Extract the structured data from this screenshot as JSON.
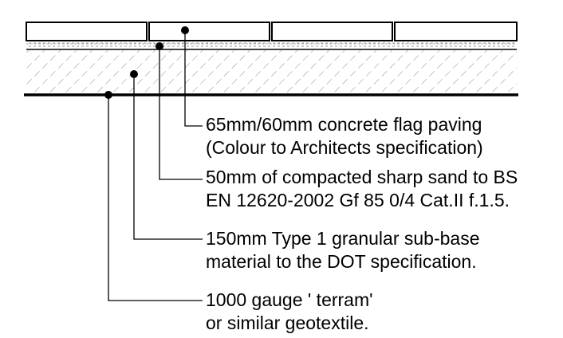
{
  "annotations": [
    {
      "id": "paving",
      "lines": [
        "65mm/60mm concrete flag paving",
        "(Colour to Architects specification)"
      ]
    },
    {
      "id": "sand",
      "lines": [
        "50mm of compacted sharp sand to BS",
        "EN 12620-2002 Gf 85 0/4 Cat.II f.1.5."
      ]
    },
    {
      "id": "sub-base",
      "lines": [
        "150mm Type 1 granular sub-base",
        "material to the DOT specification."
      ]
    },
    {
      "id": "geotextile",
      "lines": [
        "1000 gauge ' terram'",
        "or similar geotextile."
      ]
    }
  ],
  "colors": {
    "ink": "#000000",
    "background": "#ffffff",
    "hatch": "#7a7a7a"
  }
}
